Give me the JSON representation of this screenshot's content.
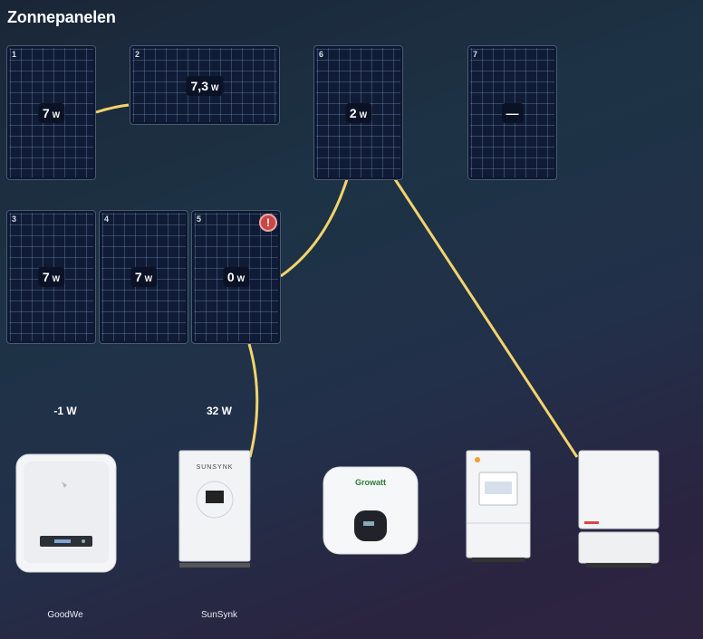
{
  "title": "Zonnepanelen",
  "panels": [
    {
      "num": "1",
      "value": "7",
      "unit": "W"
    },
    {
      "num": "2",
      "value": "7,3",
      "unit": "W"
    },
    {
      "num": "6",
      "value": "2",
      "unit": "W"
    },
    {
      "num": "7",
      "value": "—",
      "unit": ""
    },
    {
      "num": "3",
      "value": "7",
      "unit": "W"
    },
    {
      "num": "4",
      "value": "7",
      "unit": "W"
    },
    {
      "num": "5",
      "value": "0",
      "unit": "W",
      "alert": "!"
    }
  ],
  "inverters": [
    {
      "name": "GoodWe",
      "power": "-1 W",
      "icon": "goodwe-inverter-icon"
    },
    {
      "name": "SunSynk",
      "power": "32 W",
      "icon": "sunsynk-inverter-icon",
      "brand": "SUNSYNK"
    },
    {
      "name": "",
      "power": "",
      "icon": "growatt-inverter-icon",
      "brand": "Growatt"
    },
    {
      "name": "",
      "power": "",
      "icon": "solis-inverter-icon"
    },
    {
      "name": "",
      "power": "",
      "icon": "solaredge-inverter-icon"
    }
  ],
  "colors": {
    "wire": "#f3d46c",
    "alert": "#c94646"
  }
}
